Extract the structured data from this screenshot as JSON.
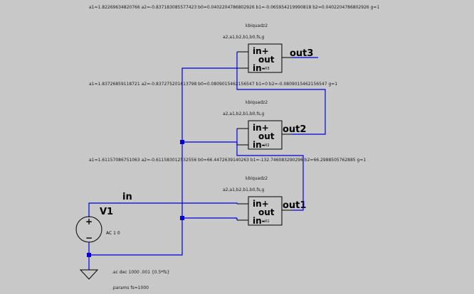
{
  "stages": [
    {
      "params": "a1=1.82269634820766 a2=-0.837183085577423 b0=0.0402204786802926 b1=-0.065954219990818 b2=0.0402204786802926 g=1",
      "model": "kbiquadz2",
      "ports": "a2,a1,b2,b1,b0,fs,g",
      "pin_in_plus": "in+",
      "pin_out": "out",
      "pin_in_minus": "in-",
      "ref": "X3",
      "output_label": "out3"
    },
    {
      "params": "a1=1.83726859118721 a2=-0.837275201613798 b0=0.0809015462156547 b1=0 b2=-0.0809015462156547 g=1",
      "model": "kbiquadz2",
      "ports": "a2,a1,b2,b1,b0,fs,g",
      "pin_in_plus": "in+",
      "pin_out": "out",
      "pin_in_minus": "in-",
      "ref": "X2",
      "output_label": "out2"
    },
    {
      "params": "a1=1.61157086751063 a2=-0.611583012532556 b0=66.4472639140263 b1=-132.746083290296 b2=66.2988505762885 g=1",
      "model": "kbiquadz2",
      "ports": "a2,a1,b2,b1,b0,fs,g",
      "pin_in_plus": "in+",
      "pin_out": "out",
      "pin_in_minus": "in-",
      "ref": "X1",
      "output_label": "out1"
    }
  ],
  "source": {
    "name": "V1",
    "value": "AC 1 0",
    "plus_mark": "+",
    "minus_mark": "−",
    "net_label": "in"
  },
  "directives": {
    "ac": ".ac dec 1000 .001 {0.5*fs}",
    "params": ".params fs=1000"
  },
  "colors": {
    "background": "#c8c8c8",
    "wire": "#0000d8",
    "component": "#000000"
  },
  "icons": {
    "ground": "ground-symbol-icon",
    "source": "voltage-source-icon",
    "junction": "junction-dot-icon"
  }
}
